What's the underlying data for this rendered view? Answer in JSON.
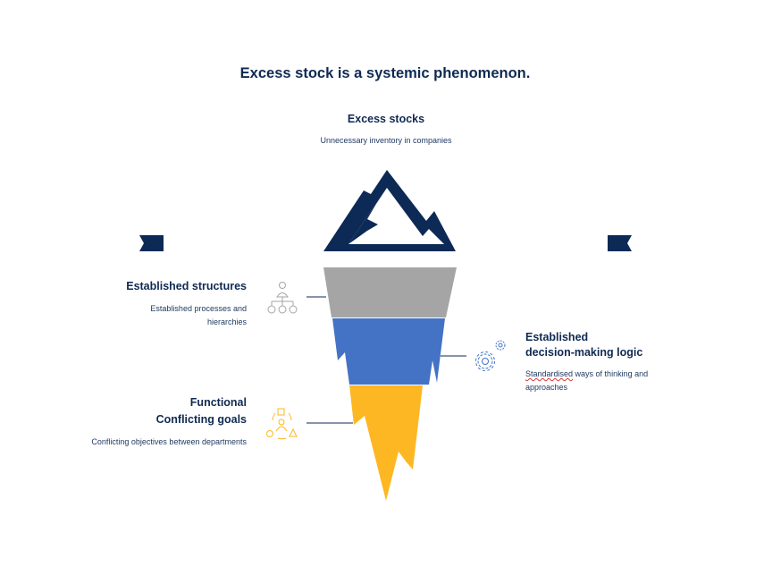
{
  "title": "Excess stock is a systemic phenomenon.",
  "top": {
    "heading": "Excess stocks",
    "text": "Unnecessary inventory in companies"
  },
  "structures": {
    "heading": "Established structures",
    "text": "Established processes and hierarchies",
    "icon": "org-chart-icon"
  },
  "decision": {
    "heading_line1": "Established",
    "heading_line2": "decision-making logic",
    "text_word1": "Standardised",
    "text_rest": " ways of thinking and approaches",
    "icon": "gears-icon"
  },
  "goals": {
    "heading_line1": "Functional",
    "heading_line2": "Conflicting goals",
    "text": "Conflicting objectives between departments",
    "icon": "team-shapes-icon"
  },
  "colors": {
    "navy": "#0c2a55",
    "gray": "#a5a5a5",
    "blue": "#4472c4",
    "yellow": "#fdb723"
  }
}
